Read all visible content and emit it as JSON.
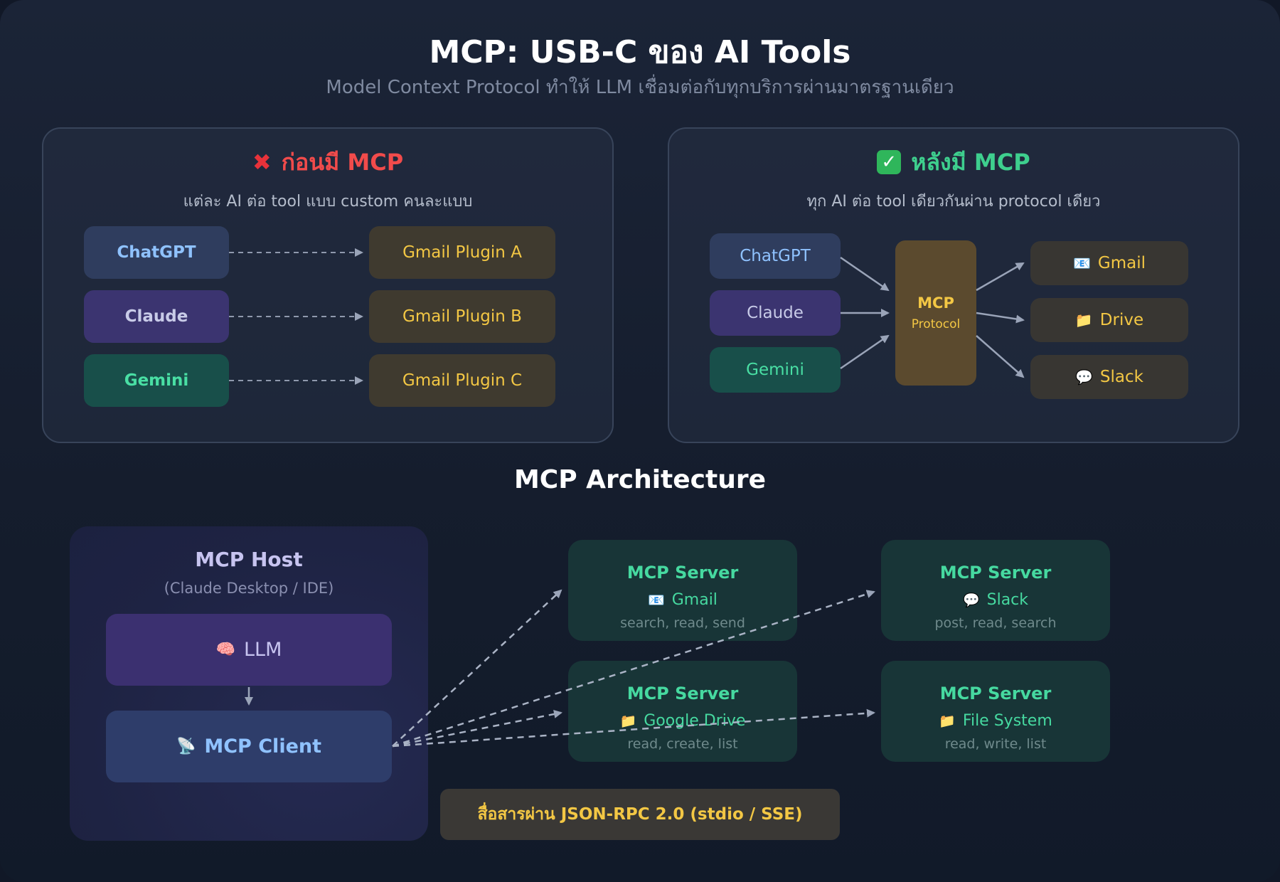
{
  "title": "MCP: USB-C ของ AI Tools",
  "subtitle": "Model Context Protocol ทำให้ LLM เชื่อมต่อกับทุกบริการผ่านมาตรฐานเดียว",
  "colors": {
    "background": "#151d2d",
    "before_accent": "#f14b4b",
    "after_accent": "#3ecf8e",
    "plugin_text": "#f3c744",
    "server_text": "#46d9a0"
  },
  "before": {
    "icon": "cross-mark-icon",
    "icon_glyph": "✖",
    "title": "ก่อนมี MCP",
    "subtitle": "แต่ละ AI ต่อ tool แบบ custom คนละแบบ",
    "clients": [
      "ChatGPT",
      "Claude",
      "Gemini"
    ],
    "plugins": [
      "Gmail Plugin A",
      "Gmail Plugin B",
      "Gmail Plugin C"
    ]
  },
  "after": {
    "icon": "check-mark-icon",
    "icon_glyph": "✓",
    "title": "หลังมี MCP",
    "subtitle": "ทุก AI ต่อ tool เดียวกันผ่าน protocol เดียว",
    "clients": [
      "ChatGPT",
      "Claude",
      "Gemini"
    ],
    "mcp_label": "MCP",
    "protocol_label": "Protocol",
    "services": [
      {
        "icon": "envelope-icon",
        "glyph": "📧",
        "label": "Gmail"
      },
      {
        "icon": "folder-icon",
        "glyph": "📁",
        "label": "Drive"
      },
      {
        "icon": "speech-bubble-icon",
        "glyph": "💬",
        "label": "Slack"
      }
    ]
  },
  "architecture": {
    "title": "MCP Architecture",
    "host": {
      "title": "MCP Host",
      "subtitle": "(Claude Desktop / IDE)",
      "llm": {
        "icon": "brain-icon",
        "glyph": "🧠",
        "label": "LLM"
      },
      "client": {
        "icon": "satellite-dish-icon",
        "glyph": "📡",
        "label": "MCP Client"
      }
    },
    "servers": [
      {
        "title": "MCP Server",
        "icon": "envelope-icon",
        "glyph": "📧",
        "name": "Gmail",
        "ops": "search, read, send"
      },
      {
        "title": "MCP Server",
        "icon": "speech-bubble-icon",
        "glyph": "💬",
        "name": "Slack",
        "ops": "post, read, search"
      },
      {
        "title": "MCP Server",
        "icon": "folder-icon",
        "glyph": "📁",
        "name": "Google Drive",
        "ops": "read, create, list"
      },
      {
        "title": "MCP Server",
        "icon": "folder-icon",
        "glyph": "📁",
        "name": "File System",
        "ops": "read, write, list"
      }
    ],
    "transport": "สื่อสารผ่าน JSON-RPC 2.0 (stdio / SSE)"
  }
}
